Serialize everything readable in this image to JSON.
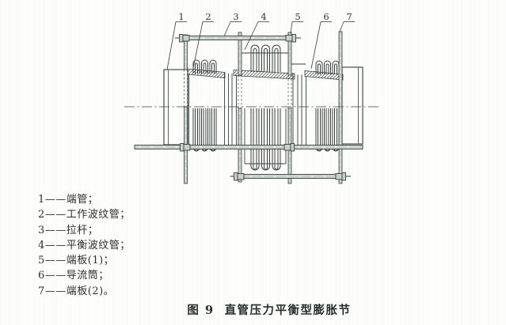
{
  "figure": {
    "caption_label": "图 9",
    "caption_title": "直管压力平衡型膨胀节",
    "part_labels": [
      "1",
      "2",
      "3",
      "4",
      "5",
      "6",
      "7"
    ]
  },
  "legend": {
    "items": [
      "1——端管；",
      "2——工作波纹管；",
      "3——拉杆；",
      "4——平衡波纹管；",
      "5——端板(1)；",
      "6——导流筒；",
      "7——端板(2)。"
    ]
  },
  "colors": {
    "ink": "#35403d",
    "paper": "#fdfdfc",
    "metal_fill": "#c9d1cc",
    "text": "#2e2e2c"
  }
}
